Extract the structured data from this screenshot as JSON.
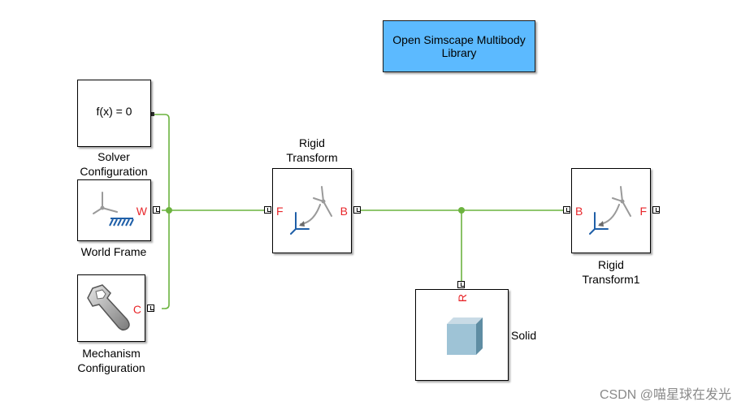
{
  "colors": {
    "connection_line": "#6cb33f",
    "port_label": "#e8262a",
    "library_block_fill": "#5cbaff"
  },
  "library_button": {
    "line1": "Open Simscape Multibody",
    "line2": "Library"
  },
  "solver_configuration": {
    "equation": "f(x) = 0",
    "caption_line1": "Solver",
    "caption_line2": "Configuration"
  },
  "world_frame": {
    "port": "W",
    "caption": "World Frame"
  },
  "mechanism_configuration": {
    "port": "C",
    "caption_line1": "Mechanism",
    "caption_line2": "Configuration"
  },
  "rigid_transform": {
    "port_base": "B",
    "port_follower": "F",
    "caption_line1": "Rigid",
    "caption_line2": "Transform"
  },
  "rigid_transform1": {
    "port_base": "B",
    "port_follower": "F",
    "caption_line1": "Rigid",
    "caption_line2": "Transform1"
  },
  "solid": {
    "port": "R",
    "caption": "Solid"
  },
  "icons": {
    "solver": "none",
    "world": "world-frame-icon",
    "mechanism": "wrench-icon",
    "rigid_transform": "rigid-transform-icon",
    "solid": "cube-icon"
  },
  "watermark": "CSDN @喵星球在发光"
}
